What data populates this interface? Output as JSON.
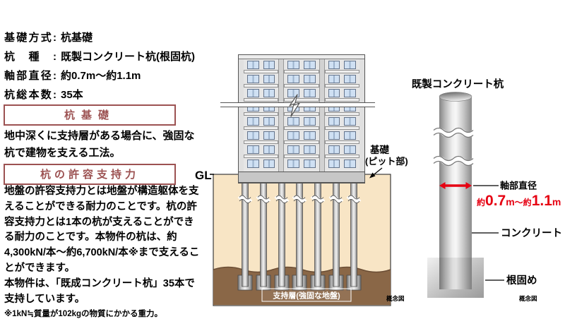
{
  "specs": {
    "rows": [
      {
        "label": "基礎方式:",
        "value": "杭基礎"
      },
      {
        "label": "杭種:",
        "value": "既製コンクリート杭(根固杭)"
      },
      {
        "label": "軸部直径:",
        "value": "約0.7m～約1.1m"
      },
      {
        "label": "杭総本数:",
        "value": "35本"
      }
    ]
  },
  "pile_foundation_section": {
    "heading": "杭基礎",
    "body": "地中深くに支持層がある場合に、強固な杭で建物を支える工法。"
  },
  "bearing_capacity_section": {
    "heading": "杭の許容支持力",
    "body": "地盤の許容支持力とは地盤が構造躯体を支えることができる耐力のことです。杭の許容支持力とは1本の杭が支えることができる耐力のことです。本物件の杭は、約4,300kN/本～約6,700kN/本※まで支えることができます。",
    "body2": "本物件は、「既成コンクリート杭」35本で支持しています。",
    "note": "※1kN≒質量が102kgの物質にかかる重力。"
  },
  "building_diagram": {
    "gl_label": "GL",
    "foundation_label_line1": "基礎",
    "foundation_label_line2": "(ピット部)",
    "support_layer_label": "支持層(強固な地盤)",
    "caption": "概念図"
  },
  "pile_detail_diagram": {
    "title": "既製コンクリート杭",
    "shaft_diameter_label": "軸部直径",
    "diameter_value": {
      "approx1": "約",
      "big1": "0.7",
      "unit1": "m",
      "tilde_approx": "～約",
      "big2": "1.1",
      "unit2": "m"
    },
    "concrete_label": "コンクリート",
    "root_hardening_label": "根固め",
    "caption": "概念図"
  },
  "colors": {
    "accent_red": "#e60012",
    "heading_maroon": "#9c5252",
    "ground_beige": "#f8e5c5",
    "support_layer_brown": "#8a6747"
  }
}
